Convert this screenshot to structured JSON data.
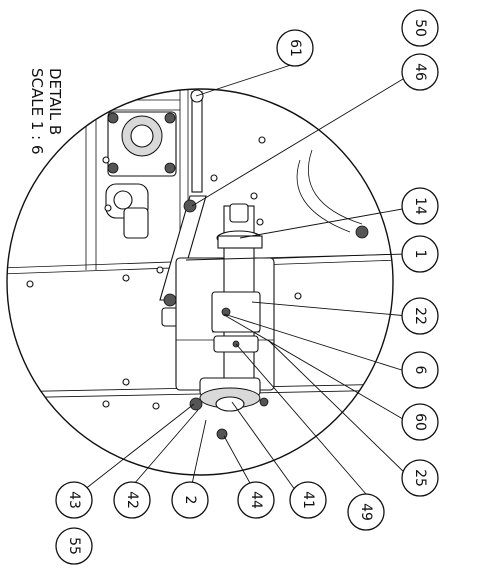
{
  "detail": {
    "title": "DETAIL B",
    "scale": "SCALE 1 : 6"
  },
  "balloons": [
    {
      "id": "b50",
      "label": "50"
    },
    {
      "id": "b46",
      "label": "46"
    },
    {
      "id": "b61",
      "label": "61"
    },
    {
      "id": "b14",
      "label": "14"
    },
    {
      "id": "b1",
      "label": "1"
    },
    {
      "id": "b22",
      "label": "22"
    },
    {
      "id": "b6",
      "label": "6"
    },
    {
      "id": "b60",
      "label": "60"
    },
    {
      "id": "b25",
      "label": "25"
    },
    {
      "id": "b49",
      "label": "49"
    },
    {
      "id": "b41",
      "label": "41"
    },
    {
      "id": "b44",
      "label": "44"
    },
    {
      "id": "b2",
      "label": "2"
    },
    {
      "id": "b42",
      "label": "42"
    },
    {
      "id": "b43",
      "label": "43"
    },
    {
      "id": "b55",
      "label": "55"
    }
  ]
}
